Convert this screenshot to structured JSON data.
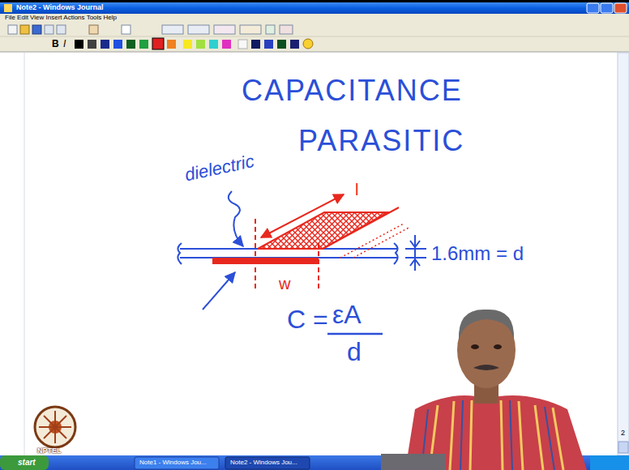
{
  "diagram": {
    "labels": [
      "Note2 - Windows Journal",
      "File Edit View Insert Actions Tools Help",
      "B",
      "I",
      "CAPACITANCE",
      "PARASITIC",
      "dielectric",
      "l",
      "w",
      "1.6mm = d",
      "C =",
      "εA",
      "d",
      "NPTEL",
      "start",
      "Note1 - Windows Jou...",
      "Note2 - Windows Jou...",
      "2"
    ]
  }
}
